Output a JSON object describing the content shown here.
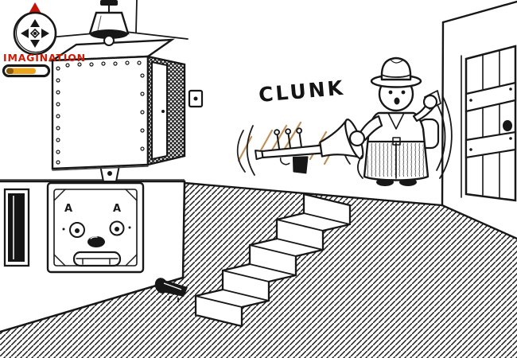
{
  "hud": {
    "marker_color": "#c41204",
    "stat_label": "IMAGINATION",
    "stat_label_color": "#cc1a04",
    "meter": {
      "percent_filled": 63,
      "bar_color": "#eda41d",
      "bar_cap_color": "#8a5c07"
    },
    "compass": {
      "directions": [
        "up",
        "down",
        "left",
        "right"
      ]
    }
  },
  "scene": {
    "sound_effect": "CLUNK",
    "crate_face_mark": "A",
    "objects": [
      "ceiling-lamp",
      "metal-safe",
      "open-safe-door",
      "light-switch",
      "face-crate",
      "left-dark-doorway",
      "staircase",
      "thrown-trumpet",
      "detective-character",
      "wooden-plank-door",
      "door-knob",
      "small-horn-on-floor"
    ]
  },
  "colors": {
    "ink": "#171717",
    "paper": "#ffffff",
    "accent_red": "#c41204",
    "meter_orange": "#eda41d",
    "motion_stroke_tan": "#b9854a"
  }
}
